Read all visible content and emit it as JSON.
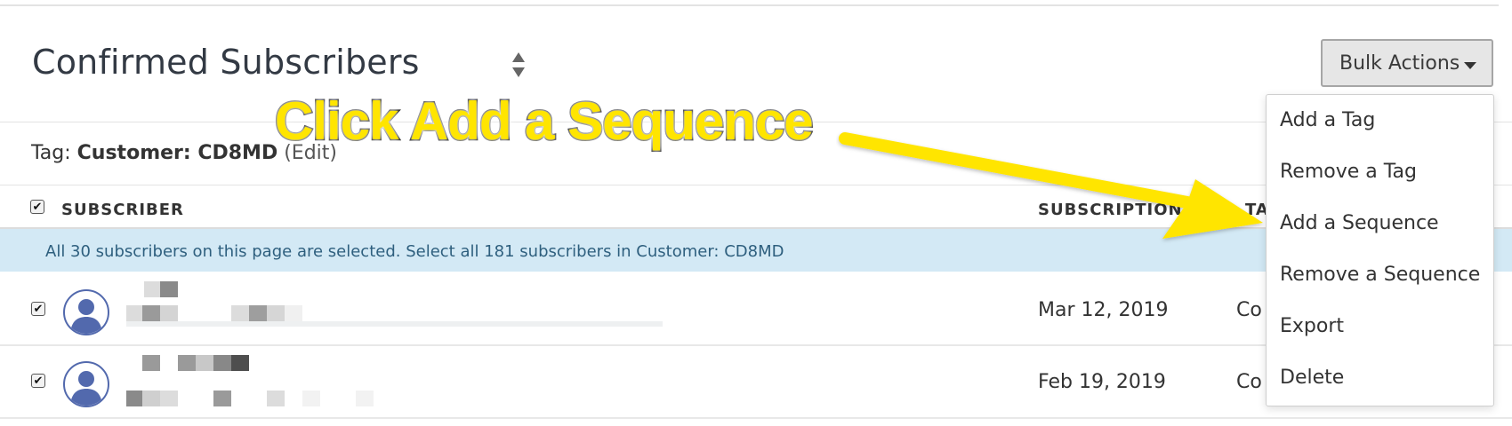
{
  "header": {
    "title": "Confirmed Subscribers",
    "bulk_actions_label": "Bulk Actions"
  },
  "tag_line": {
    "prefix": "Tag:",
    "tag_name": "Customer: CD8MD",
    "edit_label": "(Edit)"
  },
  "table": {
    "columns": {
      "subscriber": "SUBSCRIBER",
      "subscription_date": "SUBSCRIPTION DA",
      "status": "TA"
    },
    "selection_banner": "All 30 subscribers on this page are selected. Select all 181 subscribers in Customer: CD8MD",
    "rows": [
      {
        "date": "Mar 12, 2019",
        "status": "Co",
        "checked": true
      },
      {
        "date": "Feb 19, 2019",
        "status": "Co",
        "checked": true
      }
    ]
  },
  "bulk_menu": {
    "items": [
      "Add a Tag",
      "Remove a Tag",
      "Add a Sequence",
      "Remove a Sequence",
      "Export",
      "Delete"
    ]
  },
  "annotation": {
    "callout_text": "Click Add a Sequence",
    "arrow_color": "#ffe500"
  },
  "icons": {
    "sort": "sort-icon",
    "caret": "caret-down-icon",
    "avatar": "user-avatar-icon",
    "checkbox": "checkmark-icon"
  },
  "colors": {
    "banner_bg": "#d3e9f5",
    "banner_text": "#2e5f7e",
    "avatar_blue": "#5269ad",
    "callout_yellow": "#ffe500"
  }
}
